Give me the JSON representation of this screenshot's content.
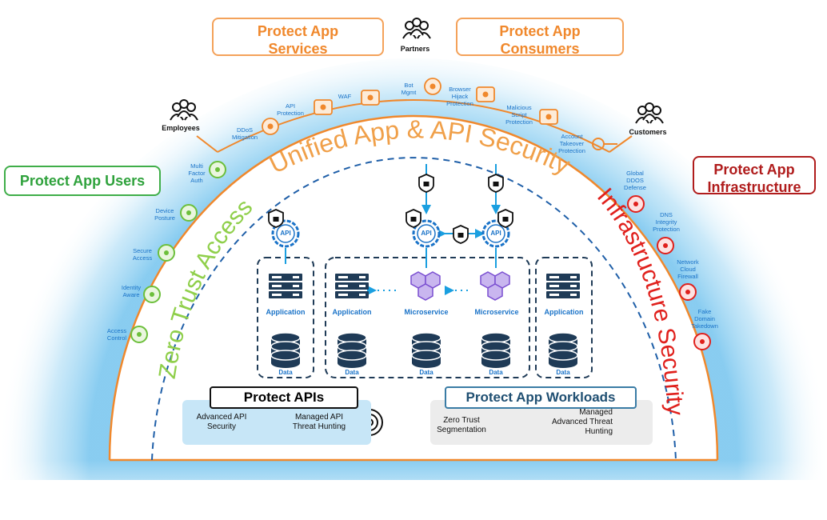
{
  "top_boxes": {
    "services": "Protect App\nServices",
    "consumers": "Protect App\nConsumers"
  },
  "side_boxes": {
    "users": "Protect App Users",
    "infrastructure": "Protect App\nInfrastructure"
  },
  "people": {
    "partners": "Partners",
    "employees": "Employees",
    "customers": "Customers"
  },
  "arc_titles": {
    "unified": "Unified App & API Security",
    "zero_trust": "Zero Trust Access",
    "infrastructure": "Infrastructure Security"
  },
  "top_features": [
    "DDoS\nMitigation",
    "API\nProtection",
    "WAF",
    "Bot\nMgmt",
    "Browser\nHijack\nProtection",
    "Malicious\nScript\nProtection",
    "Account\nTakeover\nProtection"
  ],
  "left_features": [
    "Multi\nFactor\nAuth",
    "Device\nPosture",
    "Secure\nAccess",
    "Identity\nAware",
    "Access\nControl"
  ],
  "right_features": [
    "Global\nDDOS\nDefense",
    "DNS\nIntegrity\nProtection",
    "Network\nCloud\nFirewall",
    "Fake\nDomain\nTakedown"
  ],
  "center": {
    "api": "API",
    "application": "Application",
    "microservice": "Microservice",
    "data": "Data"
  },
  "protect_apis": {
    "title": "Protect APIs",
    "left": "Advanced API\nSecurity",
    "right": "Managed API\nThreat Hunting"
  },
  "protect_workloads": {
    "title": "Protect App Workloads",
    "left": "Zero Trust\nSegmentation",
    "right": "Managed\nAdvanced Threat\nHunting"
  },
  "colors": {
    "orange": "#f0882c",
    "green": "#6cbf3b",
    "red": "#e0201c",
    "blue": "#1a73c8",
    "navy": "#1f3b57"
  },
  "icons": [
    "people-icon",
    "shield-icon",
    "fire-icon",
    "robot-icon",
    "browser-icon",
    "key-icon",
    "cloud-icon",
    "lock-icon",
    "gear-icon",
    "server-icon",
    "database-icon",
    "cube-icon",
    "radar-icon",
    "target-icon",
    "globe-icon",
    "firewall-icon",
    "fingerprint-icon"
  ]
}
